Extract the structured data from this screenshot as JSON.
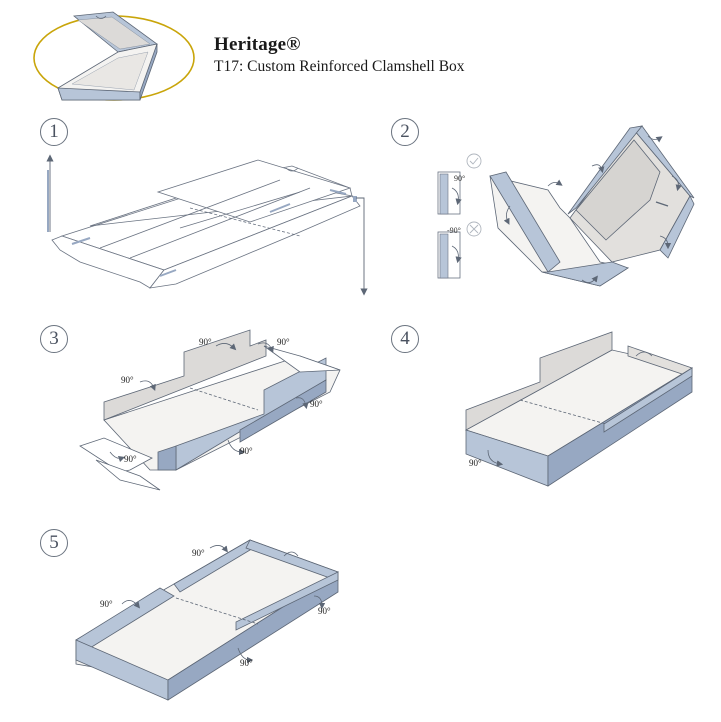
{
  "header": {
    "brand": "Heritage®",
    "product": "T17: Custom Reinforced Clamshell Box"
  },
  "steps": [
    {
      "number": "1"
    },
    {
      "number": "2"
    },
    {
      "number": "3"
    },
    {
      "number": "4"
    },
    {
      "number": "5"
    }
  ],
  "angle_labels": {
    "fold_90": "90°",
    "fold_minus_90": "-90°"
  },
  "colors": {
    "board_blue": "#b7c5d8",
    "board_blue_dark": "#97a8c2",
    "inner_white": "#f4f3f1",
    "inner_grey": "#dcdad8",
    "outline": "#5d6776",
    "highlight_ellipse": "#c9a50a"
  }
}
